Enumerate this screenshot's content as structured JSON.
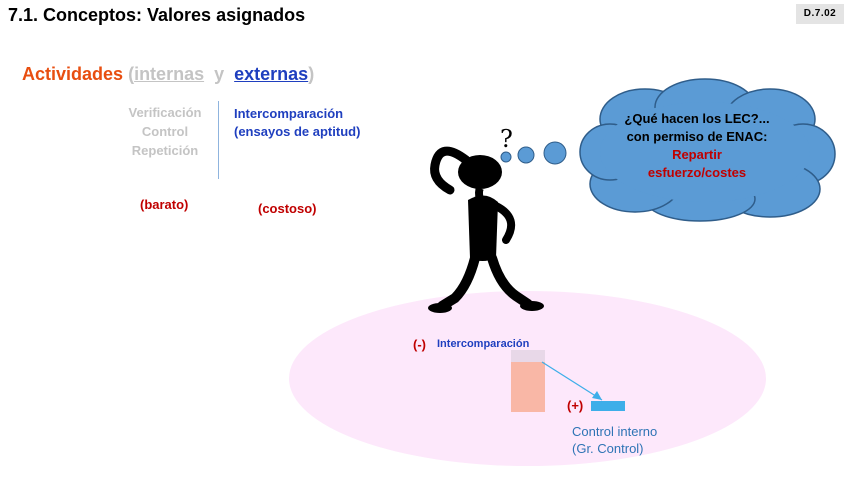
{
  "slide": {
    "title": "7.1. Conceptos: Valores asignados",
    "code": "D.7.02"
  },
  "heading": {
    "activities": "Actividades",
    "open_paren": "(",
    "internal": "internas",
    "and": "y",
    "external": "externas",
    "close_paren": ")"
  },
  "internal_list": [
    "Verificación",
    "Control",
    "Repetición"
  ],
  "external_list": [
    "Intercomparación",
    "(ensayos de aptitud)"
  ],
  "cost_labels": {
    "cheap": "(barato)",
    "costly": "(costoso)"
  },
  "thought_bubble": {
    "line1": "¿Qué hacen los LEC?...",
    "line2": "con permiso de ENAC:",
    "line3": "Repartir",
    "line4": "esfuerzo/costes"
  },
  "question_mark": "?",
  "diagram": {
    "minus": "(-)",
    "intercomparison": "Intercomparación",
    "plus": "(+)",
    "internal_control_line1": "Control interno",
    "internal_control_line2": "(Gr. Control)"
  },
  "colors": {
    "accent_orange": "#e84e10",
    "blue_text": "#1f3fbf",
    "dark_red": "#c00000",
    "cloud_fill": "#5b9bd5",
    "ellipse_fill": "#fde8fb"
  }
}
